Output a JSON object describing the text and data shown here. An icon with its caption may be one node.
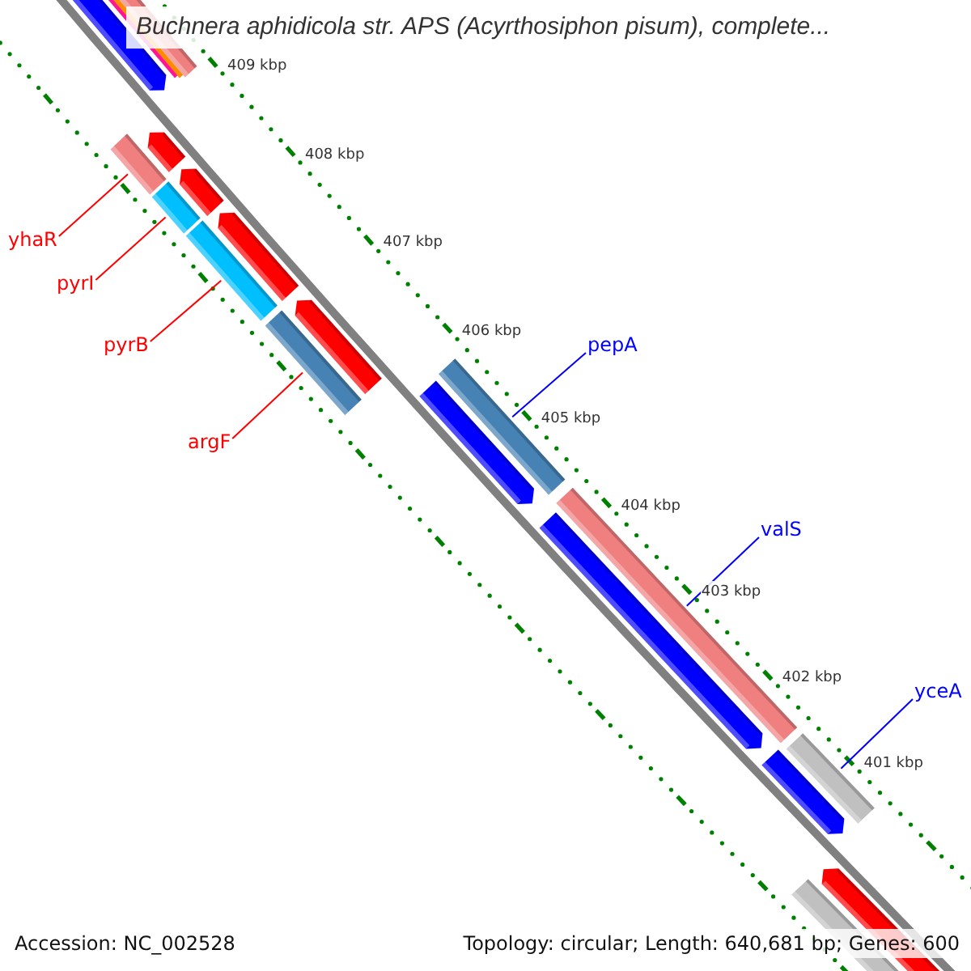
{
  "diagram": {
    "title": "Buchnera aphidicola str. APS (Acyrthosiphon pisum), complete...",
    "nodes": [
      {
        "text": [
          "yhaR"
        ]
      },
      {
        "text": [
          "pyrI"
        ]
      },
      {
        "text": [
          "pyrB"
        ]
      },
      {
        "text": [
          "argF"
        ]
      },
      {
        "text": [
          "pepA"
        ]
      },
      {
        "text": [
          "valS"
        ]
      },
      {
        "text": [
          "yceA"
        ]
      },
      {
        "text": [],
        "shape": "bar"
      },
      {
        "text": [],
        "shape": "bar"
      },
      {
        "text": [],
        "shape": "bar"
      },
      {
        "text": [],
        "shape": "bar"
      },
      {
        "text": [],
        "shape": "bar"
      },
      {
        "text": [],
        "shape": "bar"
      },
      {
        "text": [],
        "shape": "bar"
      }
    ],
    "edges": [
      {
        "from": 0,
        "to": 7,
        "arrow": "none",
        "color": "#ff0000"
      },
      {
        "from": 1,
        "to": 8,
        "arrow": "none",
        "color": "#ff0000"
      },
      {
        "from": 2,
        "to": 9,
        "arrow": "none",
        "color": "#ff0000"
      },
      {
        "from": 3,
        "to": 10,
        "arrow": "none",
        "color": "#ff0000"
      },
      {
        "from": 4,
        "to": 11,
        "arrow": "none",
        "color": "#0000ff"
      },
      {
        "from": 5,
        "to": 12,
        "arrow": "none",
        "color": "#0000ff"
      },
      {
        "from": 6,
        "to": 13,
        "arrow": "none",
        "color": "#0000ff"
      }
    ],
    "labels": [
      "409 kbp",
      "408 kbp",
      "407 kbp",
      "406 kbp",
      "405 kbp",
      "404 kbp",
      "403 kbp",
      "402 kbp",
      "401 kbp",
      "Accession: NC_002528",
      "Topology: circular; Length: 640,681 bp; Genes: 600"
    ]
  }
}
